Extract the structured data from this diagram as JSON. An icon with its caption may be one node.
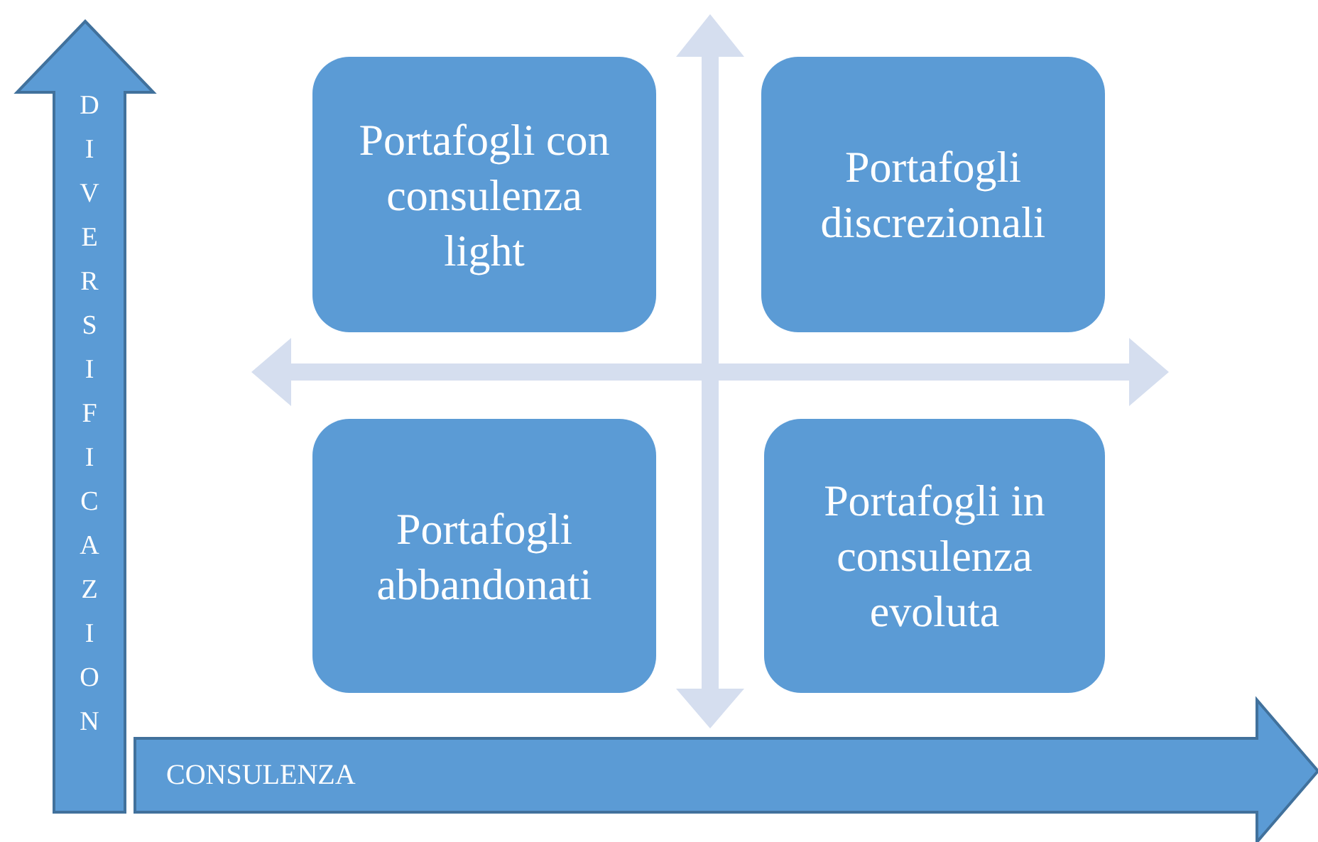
{
  "diagram": {
    "nodes": [
      {
        "text": [
          "DIVERSIFICAZION"
        ]
      },
      {
        "text": [
          "Portafogli con consulenza light"
        ]
      },
      {
        "text": [
          "Portafogli discrezionali"
        ]
      },
      {
        "text": [
          "Portafogli abbandonati"
        ]
      },
      {
        "text": [
          "Portafogli in consulenza evoluta"
        ]
      },
      {
        "text": [
          "CONSULENZA"
        ]
      }
    ]
  }
}
